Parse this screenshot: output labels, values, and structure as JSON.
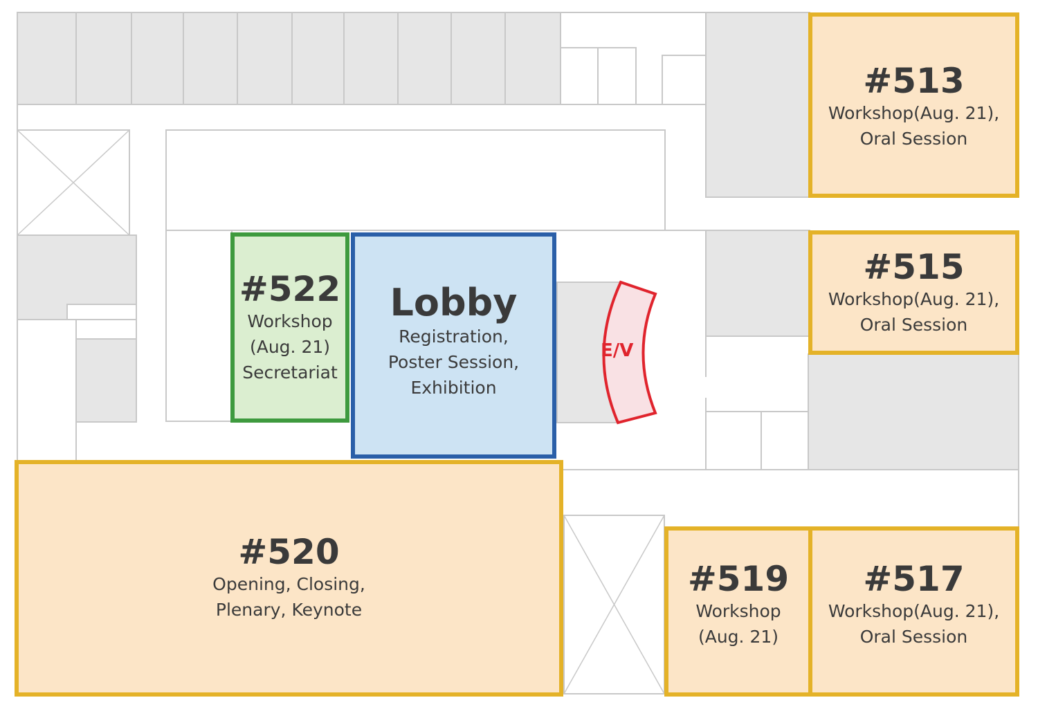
{
  "rooms": {
    "r513": {
      "number": "#513",
      "lines": [
        "Workshop(Aug. 21),",
        "Oral Session"
      ]
    },
    "r515": {
      "number": "#515",
      "lines": [
        "Workshop(Aug. 21),",
        "Oral Session"
      ]
    },
    "r522": {
      "number": "#522",
      "lines": [
        "Workshop",
        "(Aug. 21)",
        "Secretariat"
      ]
    },
    "lobby": {
      "number": "Lobby",
      "lines": [
        "Registration,",
        "Poster Session,",
        "Exhibition"
      ]
    },
    "r520": {
      "number": "#520",
      "lines": [
        "Opening, Closing,",
        "Plenary, Keynote"
      ]
    },
    "r519": {
      "number": "#519",
      "lines": [
        "Workshop",
        "(Aug. 21)"
      ]
    },
    "r517": {
      "number": "#517",
      "lines": [
        "Workshop(Aug. 21),",
        "Oral Session"
      ]
    }
  },
  "elevator": {
    "label": "E/V"
  },
  "colors": {
    "room_fill": "#fce5c7",
    "room_border": "#e4b228",
    "secretariat_fill": "#dbeed0",
    "secretariat_border": "#3e9a3e",
    "lobby_fill": "#cde3f3",
    "lobby_border": "#2a5fa8",
    "elevator": "#e0242d",
    "wall": "#c8c8c8",
    "block": "#e6e6e6"
  }
}
